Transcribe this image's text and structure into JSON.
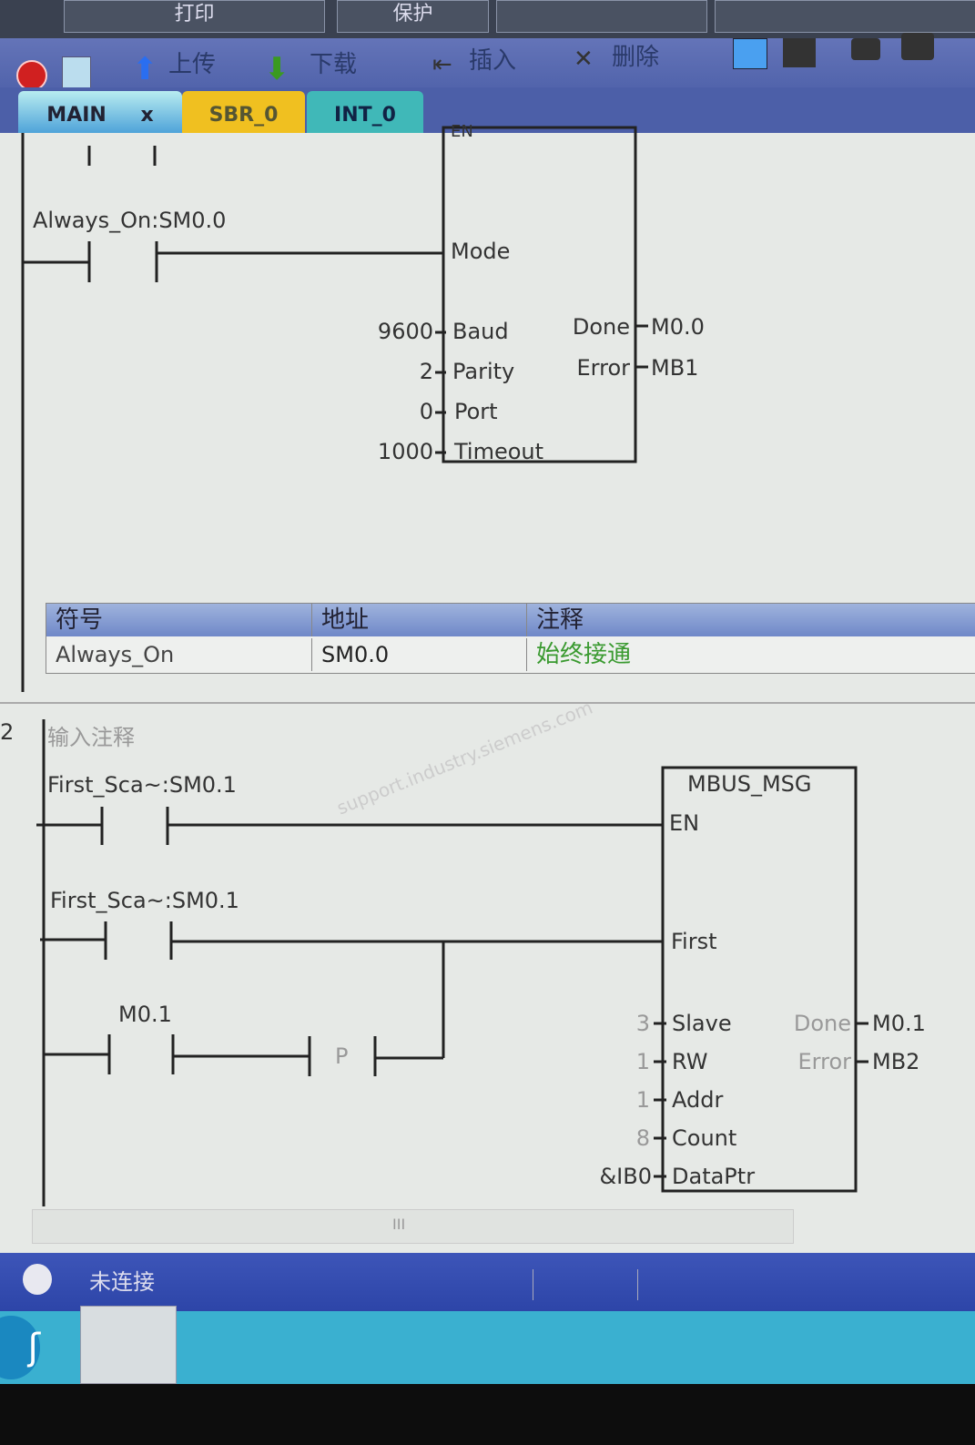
{
  "topbar": {
    "buttons": [
      "打印",
      "保护"
    ]
  },
  "toolbar": {
    "upload": "上传",
    "download": "下载",
    "insert": "插入",
    "delete": "删除"
  },
  "tabs": [
    {
      "label": "MAIN",
      "close": "x",
      "color": "#8fd6e0"
    },
    {
      "label": "SBR_0",
      "color": "#f0c020"
    },
    {
      "label": "INT_0",
      "color": "#40b8b8"
    }
  ],
  "network1": {
    "en_label": "EN",
    "contact": "Always_On:SM0.0",
    "inputs": [
      {
        "value": "",
        "pin": "Mode"
      },
      {
        "value": "9600",
        "pin": "Baud"
      },
      {
        "value": "2",
        "pin": "Parity"
      },
      {
        "value": "0",
        "pin": "Port"
      },
      {
        "value": "1000",
        "pin": "Timeout"
      }
    ],
    "outputs": [
      {
        "pin": "Done",
        "value": "M0.0"
      },
      {
        "pin": "Error",
        "value": "MB1"
      }
    ],
    "symbol_table": {
      "headers": [
        "符号",
        "地址",
        "注释"
      ],
      "rows": [
        [
          "Always_On",
          "SM0.0",
          "始终接通"
        ]
      ]
    }
  },
  "network2": {
    "number": "2",
    "comment": "输入注释",
    "block": "MBUS_MSG",
    "contact1": "First_Sca~:SM0.1",
    "contact2": "First_Sca~:SM0.1",
    "contact3": "M0.1",
    "p_label": "P",
    "pins": {
      "en": "EN",
      "first": "First"
    },
    "inputs": [
      {
        "value": "3",
        "pin": "Slave"
      },
      {
        "value": "1",
        "pin": "RW"
      },
      {
        "value": "1",
        "pin": "Addr"
      },
      {
        "value": "8",
        "pin": "Count"
      },
      {
        "value": "&IB0",
        "pin": "DataPtr"
      }
    ],
    "outputs": [
      {
        "pin": "Done",
        "value": "M0.1"
      },
      {
        "pin": "Error",
        "value": "MB2"
      }
    ]
  },
  "watermark": "support.industry.siemens.com",
  "scroll_grip": "III",
  "status": {
    "connection": "未连接"
  }
}
